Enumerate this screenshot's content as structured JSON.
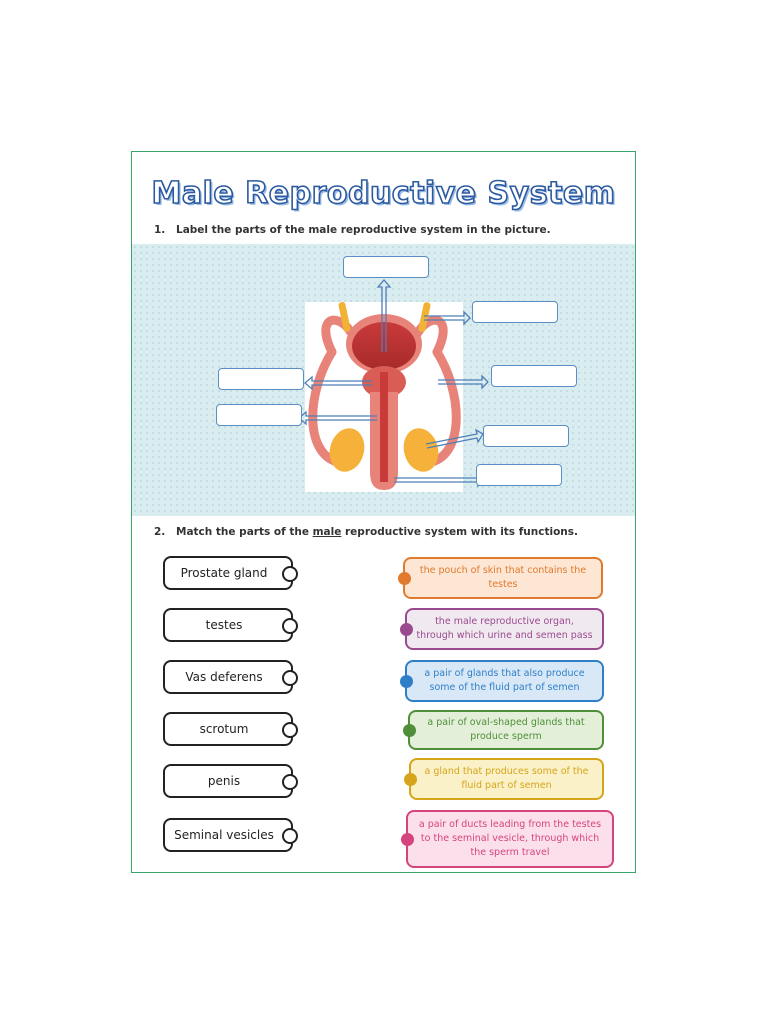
{
  "worksheet": {
    "title": "Male Reproductive System",
    "q1_number": "1.",
    "q1_text": "Label the parts of the male reproductive system in the picture.",
    "q2_number": "2.",
    "q2_text_before": "Match the parts of the ",
    "q2_text_underlined": "male",
    "q2_text_after": " reproductive system with its functions."
  },
  "terms": [
    "Prostate gland",
    "testes",
    "Vas deferens",
    "scrotum",
    "penis",
    "Seminal vesicles"
  ],
  "functions": [
    {
      "text": "the pouch of skin that contains the testes",
      "color": "#e07a2e",
      "bg": "#fde6d3"
    },
    {
      "text": "the male reproductive organ, through which urine and semen pass",
      "color": "#9a4a8e",
      "bg": "#f0eaf0"
    },
    {
      "text": "a pair of glands that also produce some of the fluid part of semen",
      "color": "#2f7fc8",
      "bg": "#d8e8f6"
    },
    {
      "text": "a pair of oval-shaped glands that produce sperm",
      "color": "#4f8f3a",
      "bg": "#e3efd9"
    },
    {
      "text": "a gland that produces some of the fluid part of semen",
      "color": "#d6a41a",
      "bg": "#fbf1c8"
    },
    {
      "text": "a pair of ducts leading from the testes to the seminal vesicle, through which the sperm travel",
      "color": "#d6447e",
      "bg": "#fbe0ec"
    }
  ],
  "colors": {
    "title_outline": "#2c5aa0",
    "border": "#3aa56a",
    "blank_border": "#5b8fc4"
  }
}
